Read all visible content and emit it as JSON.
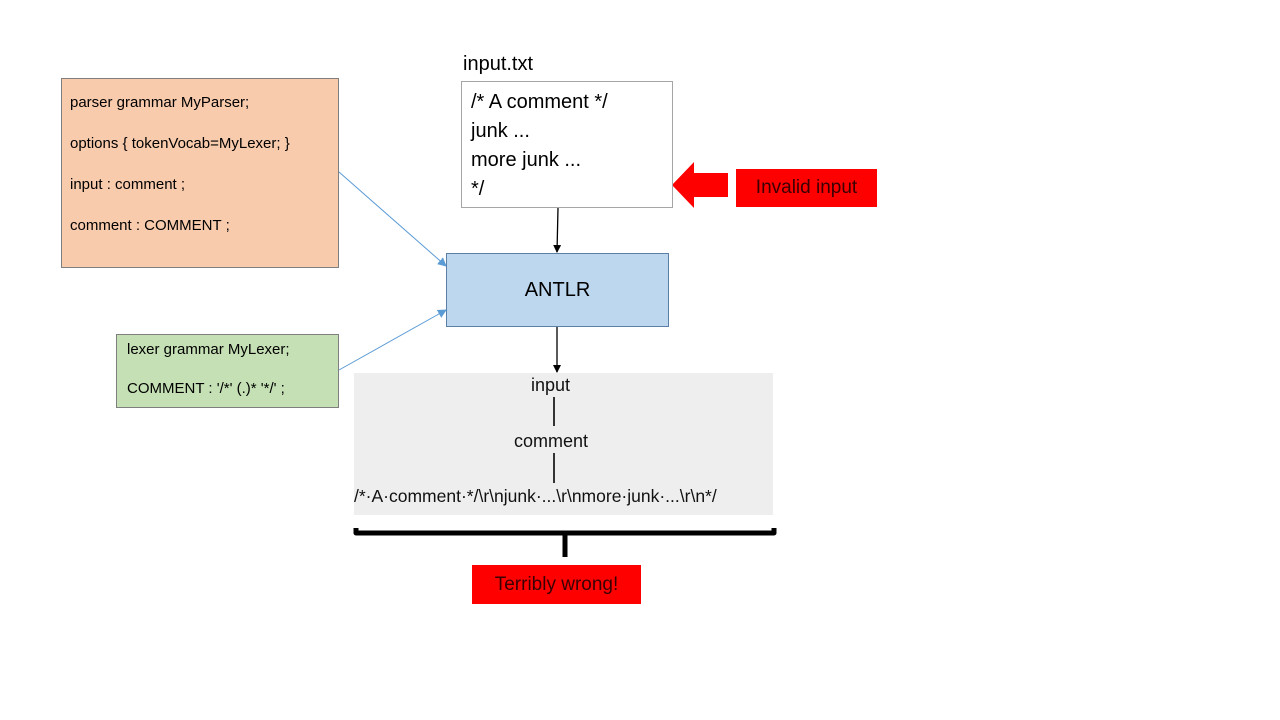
{
  "parser_grammar": {
    "lines": [
      "parser grammar MyParser;",
      "options { tokenVocab=MyLexer; }",
      "input : comment ;",
      "comment : COMMENT ;"
    ]
  },
  "lexer_grammar": {
    "lines": [
      "lexer grammar MyLexer;",
      "COMMENT : '/*' (.)* '*/' ;"
    ]
  },
  "input_file": {
    "title": "input.txt",
    "lines": [
      "/* A comment */",
      "junk ...",
      "more junk ...",
      "*/"
    ]
  },
  "tool": {
    "label": "ANTLR"
  },
  "parse_tree": {
    "root": "input",
    "child": "comment",
    "leaf": "/*·A·comment·*/\\r\\njunk·...\\r\\nmore·junk·...\\r\\n*/"
  },
  "annotations": {
    "invalid": "Invalid input",
    "wrong": "Terribly wrong!"
  },
  "colors": {
    "parser_fill": "#f8cbad",
    "lexer_fill": "#c5e0b4",
    "tool_fill": "#bdd7ee",
    "warning": "#ff0000",
    "connector": "#5b9bd5"
  }
}
